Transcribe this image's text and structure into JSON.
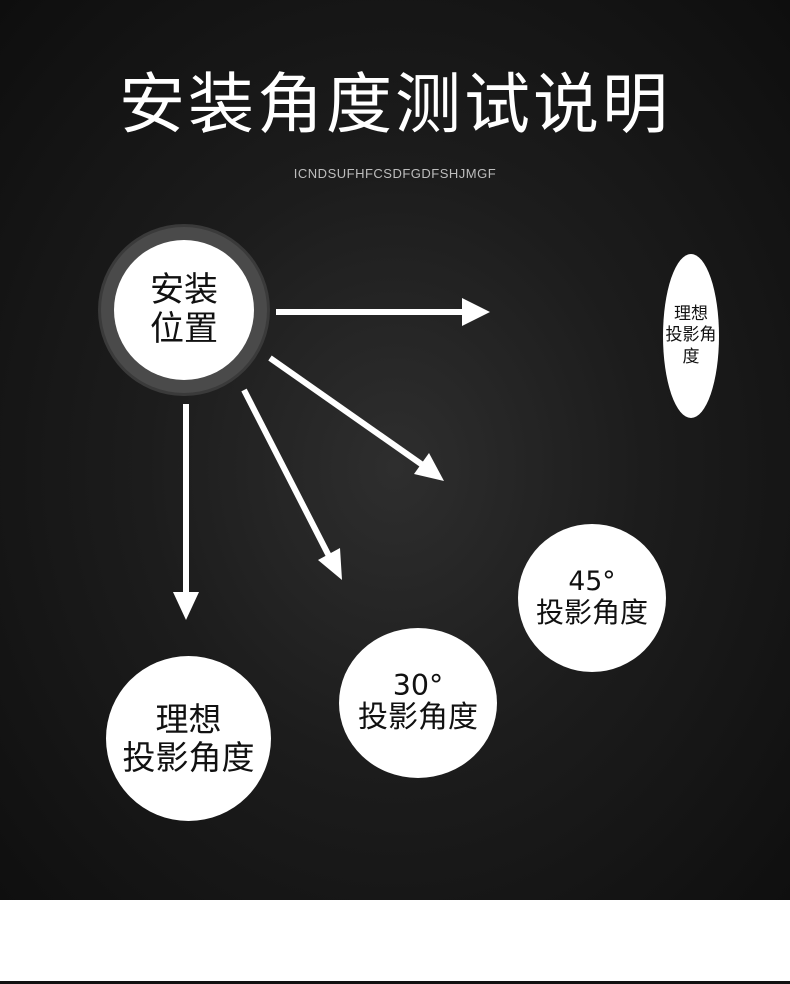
{
  "title": "安装角度测试说明",
  "subtitle": "ICNDSUFHFCSDFGDFSHJMGF",
  "nodes": {
    "source": {
      "line1": "安装",
      "line2": "位置"
    },
    "ideal_right": {
      "line1": "理想",
      "line2": "投影角度"
    },
    "ideal_bottom": {
      "line1": "理想",
      "line2": "投影角度"
    },
    "angle_30": {
      "angle": "30°",
      "label": "投影角度"
    },
    "angle_45": {
      "angle": "45°",
      "label": "投影角度"
    }
  },
  "colors": {
    "background": "#1c1c1c",
    "foreground": "#ffffff",
    "ring": "#4a4a4a",
    "text_dark": "#111111"
  }
}
